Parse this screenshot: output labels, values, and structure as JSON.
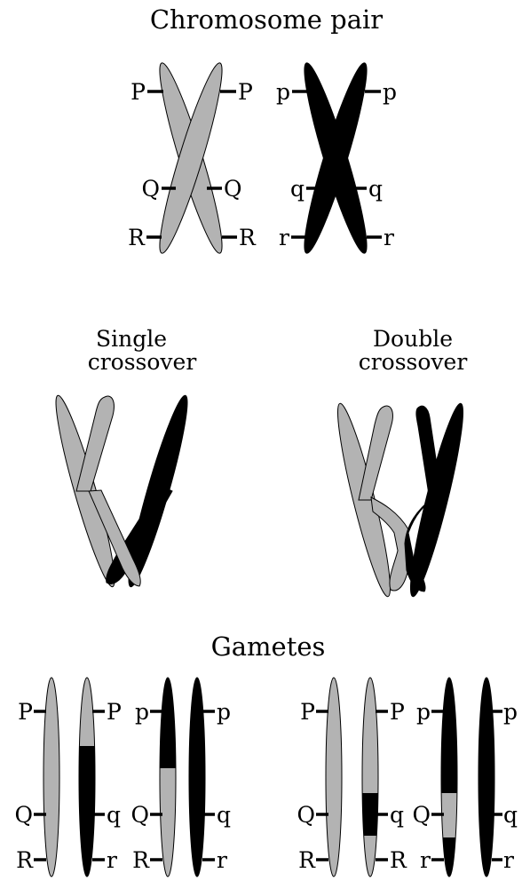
{
  "titles": {
    "chromosome_pair": "Chromosome pair",
    "single_line1": "Single",
    "single_line2": "crossover",
    "double_line1": "Double",
    "double_line2": "crossover",
    "gametes": "Gametes"
  },
  "pair_labels": {
    "gray_left": [
      "P",
      "Q",
      "R"
    ],
    "gray_right": [
      "P",
      "Q",
      "R"
    ],
    "black_left": [
      "p",
      "q",
      "r"
    ],
    "black_right": [
      "p",
      "q",
      "r"
    ]
  },
  "gametes_single": {
    "c1_left": [
      "P",
      "Q",
      "R"
    ],
    "c2_right": [
      "P",
      "q",
      "r"
    ],
    "c3_left": [
      "p",
      "Q",
      "R"
    ],
    "c4_right": [
      "p",
      "q",
      "r"
    ]
  },
  "gametes_double": {
    "c1_left": [
      "P",
      "Q",
      "R"
    ],
    "c2_right": [
      "P",
      "q",
      "R"
    ],
    "c3_left": [
      "p",
      "Q",
      "r"
    ],
    "c4_right": [
      "p",
      "q",
      "r"
    ]
  },
  "colors": {
    "allele_gray": "#b3b3b3",
    "allele_black": "#000000"
  }
}
